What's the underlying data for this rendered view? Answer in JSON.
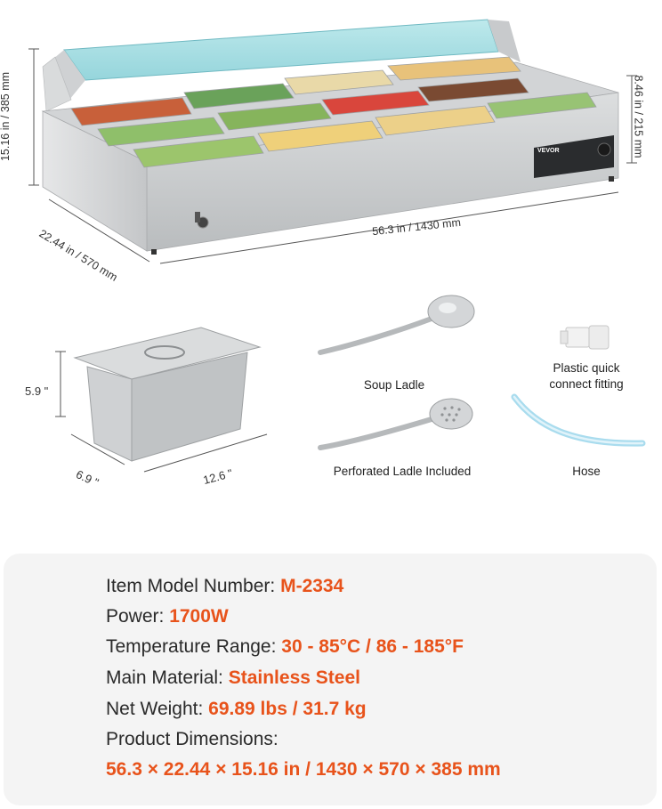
{
  "product": {
    "brand": "VEVOR",
    "overall_dimensions": {
      "height": "15.16 in / 385 mm",
      "panel_height": "8.46 in / 215 mm",
      "width": "56.3 in / 1430 mm",
      "depth": "22.44 in / 570 mm"
    }
  },
  "pan": {
    "height": "5.9 \"",
    "depth": "6.9 \"",
    "length": "12.6 \""
  },
  "accessories": {
    "soup_ladle": "Soup Ladle",
    "perforated_ladle": "Perforated Ladle Included",
    "fitting_line1": "Plastic quick",
    "fitting_line2": "connect fitting",
    "hose": "Hose"
  },
  "specs": {
    "model_label": "Item Model Number: ",
    "model_value": "M-2334",
    "power_label": "Power: ",
    "power_value": "1700W",
    "temp_label": "Temperature Range: ",
    "temp_value": "30 - 85°C / 86 - 185°F",
    "material_label": "Main Material: ",
    "material_value": "Stainless Steel",
    "weight_label": "Net Weight: ",
    "weight_value": "69.89 lbs / 31.7 kg",
    "dimensions_label": "Product Dimensions:",
    "dimensions_value": "56.3 × 22.44 × 15.16 in / 1430 × 570 × 385 mm"
  },
  "colors": {
    "accent": "#e8531b",
    "steel": "#c9cbcd",
    "glass": "#8fd3d9",
    "panel_bg": "#f4f4f4"
  }
}
